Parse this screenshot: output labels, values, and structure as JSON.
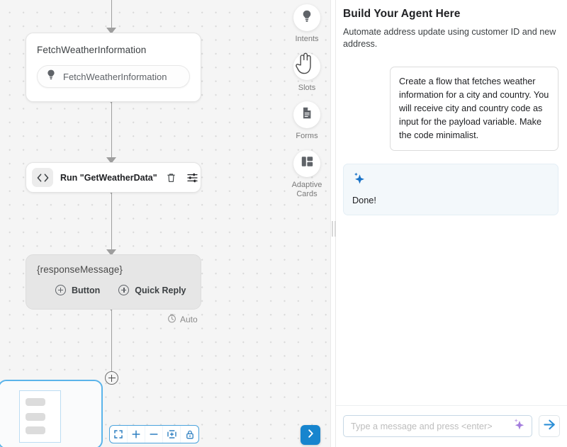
{
  "canvas": {
    "nodes": [
      {
        "id": "intent",
        "title": "FetchWeatherInformation",
        "pill_label": "FetchWeatherInformation",
        "pill_icon": "lightbulb-icon"
      },
      {
        "id": "code",
        "badge": "< >",
        "label": "Run \"GetWeatherData\"",
        "delete_icon": "trash-icon",
        "settings_icon": "sliders-icon"
      },
      {
        "id": "message",
        "title": "{responseMessage}",
        "actions": [
          {
            "label": "Button",
            "icon": "plus-circle-icon"
          },
          {
            "label": "Quick Reply",
            "icon": "plus-circle-icon"
          }
        ]
      }
    ],
    "auto_badge": {
      "label": "Auto",
      "icon": "timer-icon"
    },
    "add_node_icon": "plus-circle-icon",
    "next_button_icon": "chevron-right-icon",
    "zoom_toolbar": [
      {
        "name": "fit-to-screen",
        "icon": "fit-screen-icon"
      },
      {
        "name": "zoom-in",
        "icon": "plus-icon"
      },
      {
        "name": "zoom-out",
        "icon": "minus-icon"
      },
      {
        "name": "center-view",
        "icon": "move-icon"
      },
      {
        "name": "lock-canvas",
        "icon": "lock-icon"
      }
    ],
    "minimap": {
      "name": "minimap",
      "bars": 3
    }
  },
  "tooldock": {
    "items": [
      {
        "label": "Intents",
        "icon": "lightbulb-icon",
        "name": "tool-intents"
      },
      {
        "label": "Slots",
        "icon": "hand-pointer-icon",
        "name": "tool-slots"
      },
      {
        "label": "Forms",
        "icon": "document-icon",
        "name": "tool-forms"
      },
      {
        "label": "Adaptive\nCards",
        "label_line1": "Adaptive",
        "label_line2": "Cards",
        "icon": "layout-cards-icon",
        "name": "tool-adaptive-cards"
      }
    ]
  },
  "panel": {
    "title": "Build Your Agent Here",
    "subtitle": "Automate address update using customer ID and new address.",
    "messages": [
      {
        "role": "user",
        "text": "Create a flow that fetches weather information for a city and country. You will receive city and country code as input for the payload variable. Make the code minimalist."
      },
      {
        "role": "assistant",
        "icon": "sparkle-icon",
        "text": "Done!"
      }
    ],
    "composer": {
      "placeholder": "Type a message and press <enter>",
      "value": "",
      "sparkle_icon": "sparkle-icon",
      "send_icon": "send-arrow-icon"
    }
  },
  "colors": {
    "accent_blue": "#1785ce",
    "sparkle_blue": "#1a73c7",
    "sparkle_purple": "#a47ddd",
    "canvas_bg": "#f5f5f5",
    "node_gray": "#e6e6e6"
  }
}
